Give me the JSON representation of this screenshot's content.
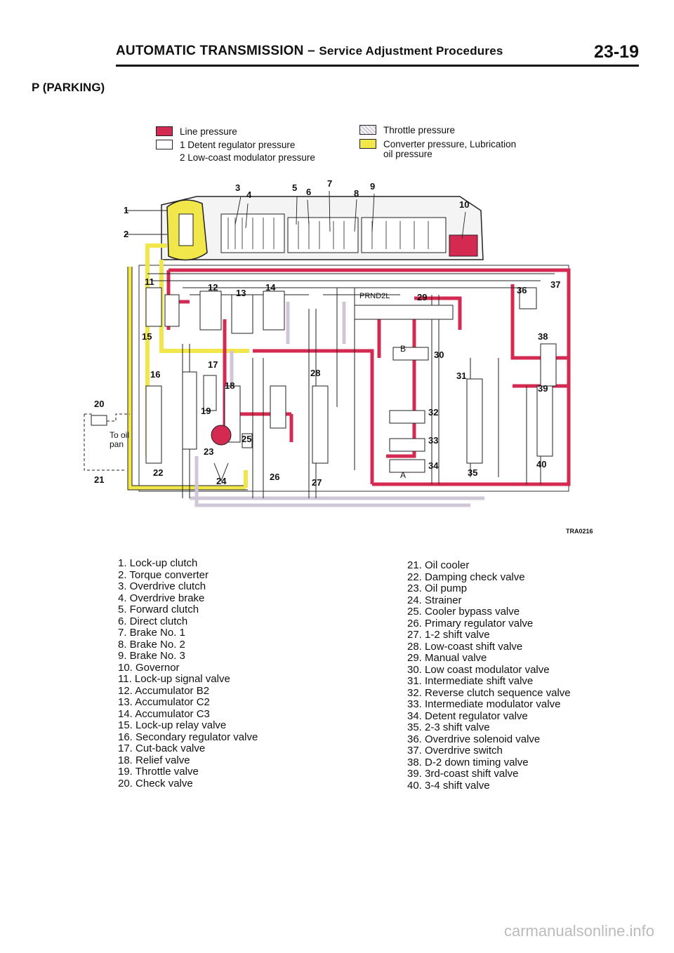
{
  "header": {
    "title": "AUTOMATIC TRANSMISSION",
    "separator": "–",
    "subtitle": "Service Adjustment Procedures",
    "page": "23-19"
  },
  "section_title": "P (PARKING)",
  "legend": {
    "line_pressure": "Line pressure",
    "detent_1": "1 Detent regulator pressure",
    "detent_2": "2 Low-coast modulator pressure",
    "throttle": "Throttle pressure",
    "converter_1": "Converter pressure, Lubrication",
    "converter_2": "oil pressure",
    "colors": {
      "line": "#d42a52",
      "converter": "#f1e64a",
      "throttle": "#cfc6d8",
      "detent": "#ffffff"
    }
  },
  "diagram": {
    "labels": [
      "1",
      "2",
      "3",
      "4",
      "5",
      "6",
      "7",
      "8",
      "9",
      "10",
      "11",
      "12",
      "13",
      "14",
      "15",
      "16",
      "17",
      "18",
      "19",
      "20",
      "21",
      "22",
      "23",
      "24",
      "25",
      "26",
      "27",
      "28",
      "29",
      "30",
      "31",
      "32",
      "33",
      "34",
      "35",
      "36",
      "37",
      "38",
      "39",
      "40"
    ],
    "to_oil_pan": [
      "To oil",
      "pan"
    ],
    "prnd": "PRND2L",
    "letter_b": "B",
    "letter_a": "A"
  },
  "figure_code": "TRA0216",
  "parts_left": [
    "1. Lock-up clutch",
    "2. Torque converter",
    "3. Overdrive clutch",
    "4. Overdrive brake",
    "5. Forward clutch",
    "6. Direct clutch",
    "7. Brake No. 1",
    "8. Brake No. 2",
    "9. Brake No. 3",
    "10. Governor",
    "11. Lock-up signal valve",
    "12. Accumulator B2",
    "13. Accumulator C2",
    "14. Accumulator C3",
    "15. Lock-up relay valve",
    "16. Secondary regulator valve",
    "17. Cut-back valve",
    "18. Relief valve",
    "19. Throttle valve",
    "20. Check valve"
  ],
  "parts_right": [
    "21. Oil cooler",
    "22. Damping check valve",
    "23. Oil pump",
    "24. Strainer",
    "25. Cooler bypass valve",
    "26. Primary regulator valve",
    "27. 1-2 shift valve",
    "28. Low-coast shift valve",
    "29. Manual valve",
    "30. Low coast modulator valve",
    "31. Intermediate shift valve",
    "32. Reverse clutch sequence valve",
    "33. Intermediate modulator valve",
    "34. Detent regulator valve",
    "35. 2-3 shift valve",
    "36. Overdrive solenoid valve",
    "37. Overdrive switch",
    "38. D-2 down timing valve",
    "39. 3rd-coast shift valve",
    "40. 3-4 shift valve"
  ],
  "footer": "carmanualsonline.info"
}
